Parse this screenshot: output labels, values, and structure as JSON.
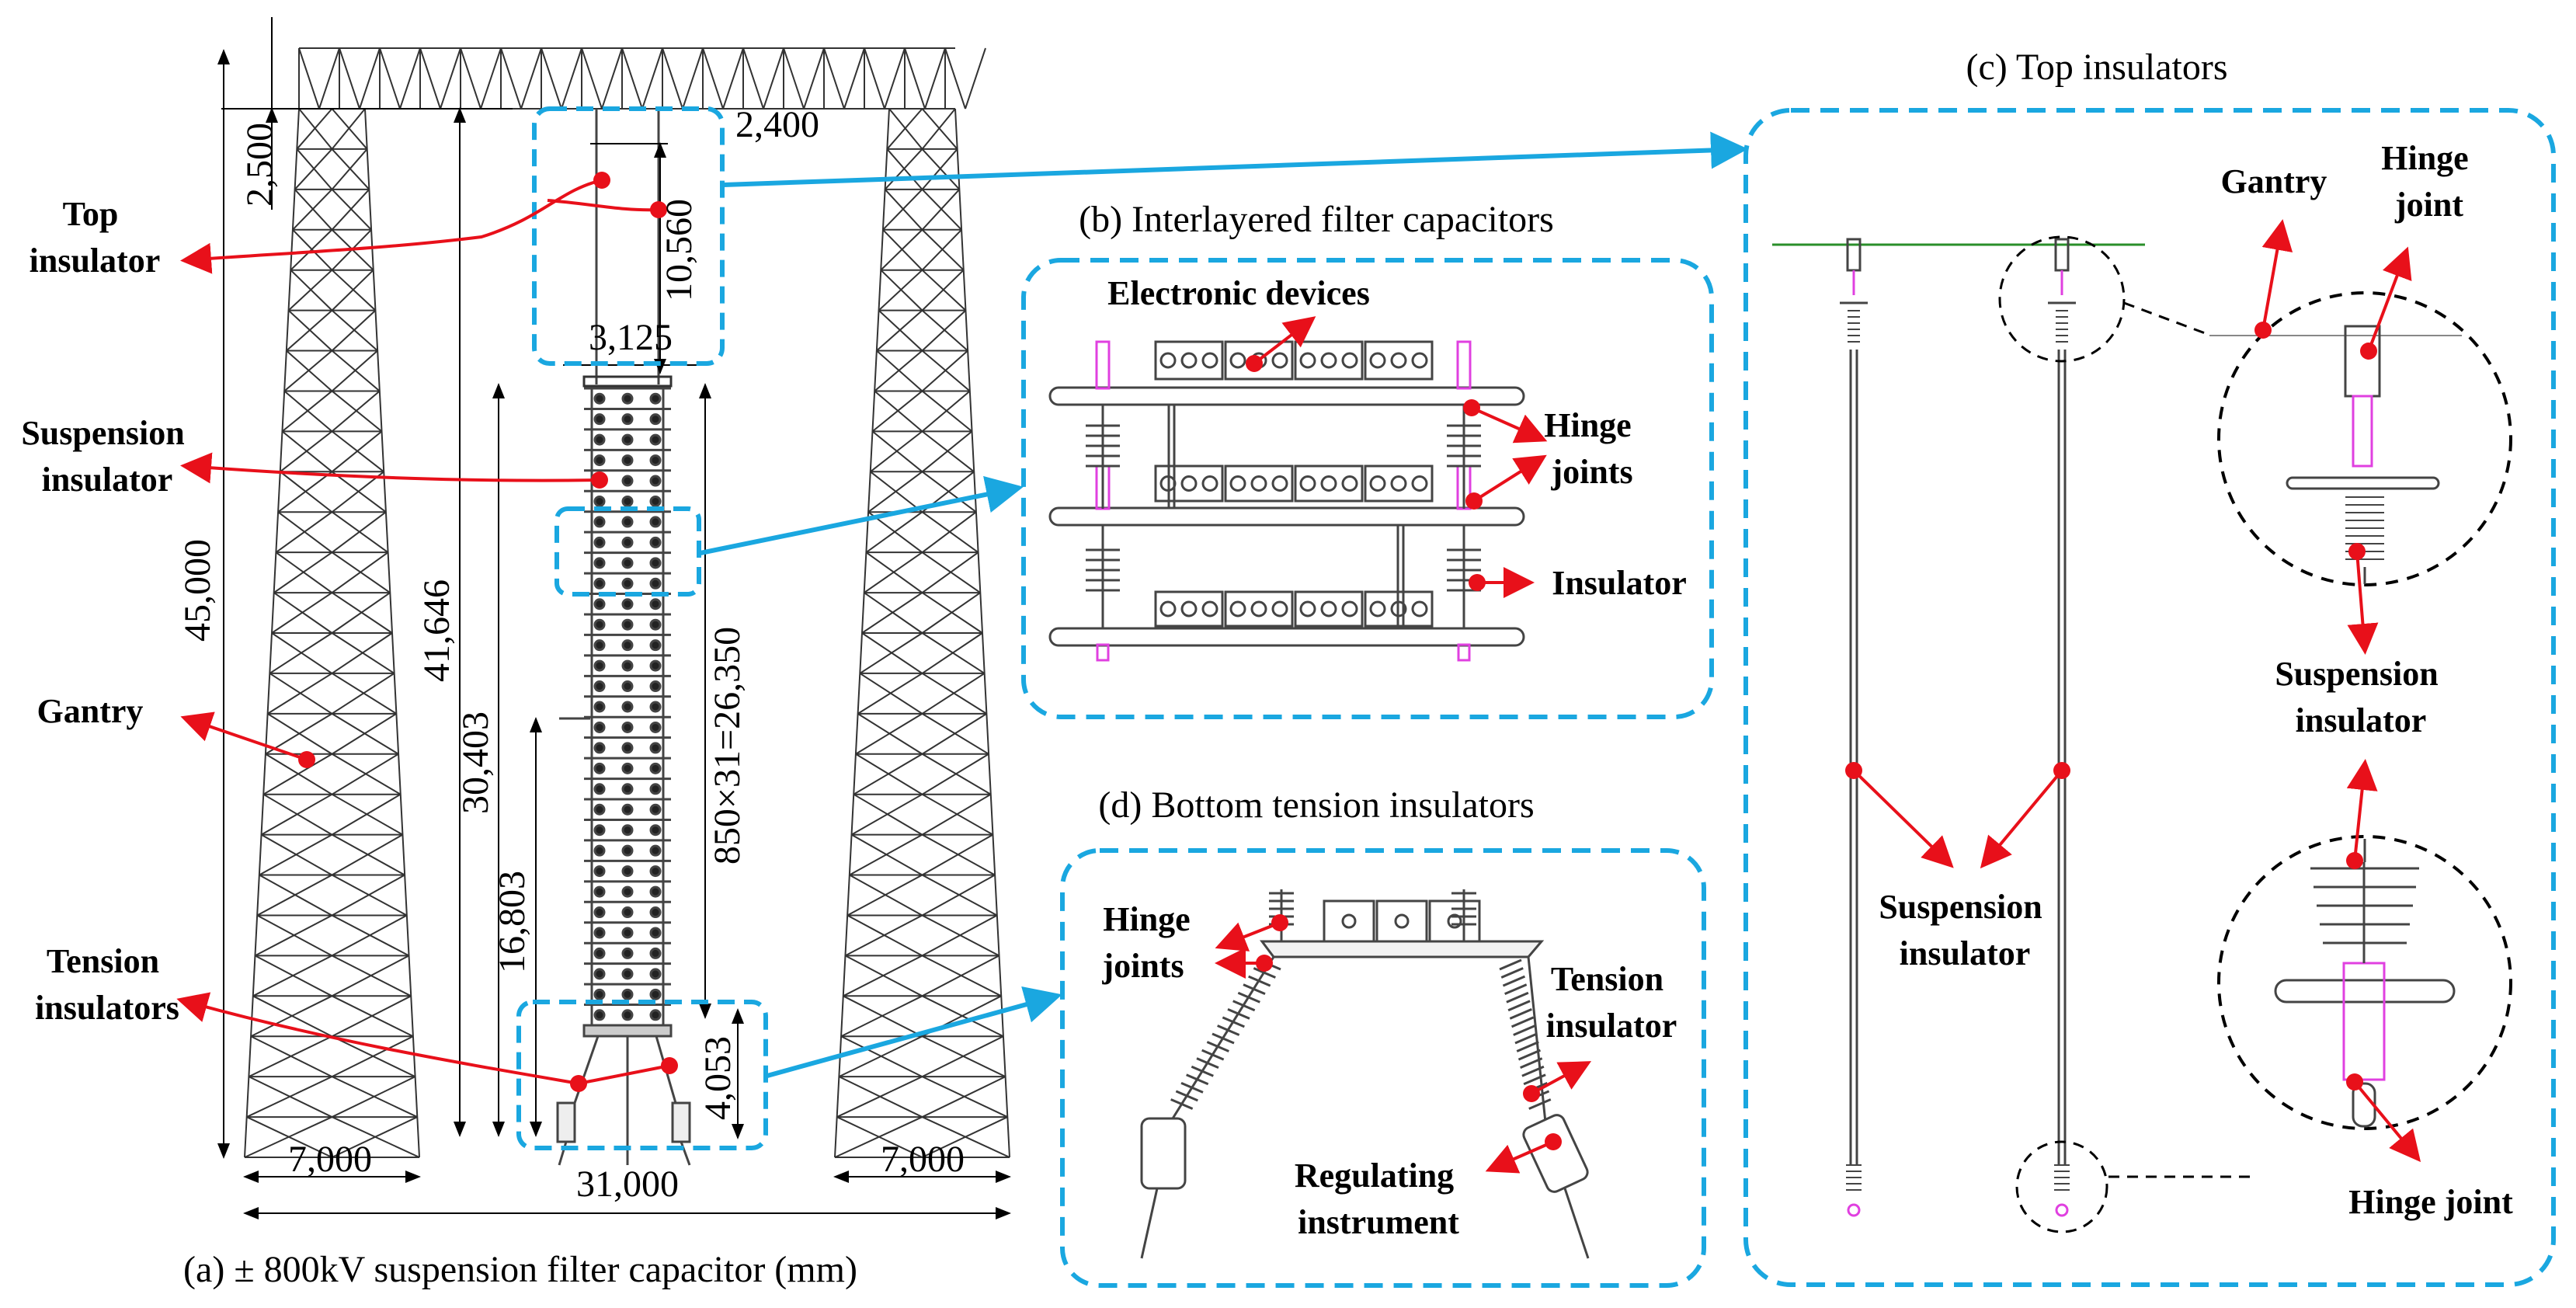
{
  "colors": {
    "callout_box": "#1aa7e0",
    "pointer": "#e8101a",
    "lattice": "#333333",
    "insulator": "#444444",
    "pink": "#e040e0",
    "wire": "#2a8f2a"
  },
  "panel_a": {
    "caption": "(a) ± 800kV suspension filter capacitor (mm)",
    "labels": {
      "top_insulator": [
        "Top",
        "insulator"
      ],
      "suspension_insulator": [
        "Suspension",
        "insulator"
      ],
      "gantry": [
        "Gantry"
      ],
      "tension_insulators": [
        "Tension",
        "insulators"
      ]
    },
    "dims": {
      "d_2500": "2,500",
      "d_2400": "2,400",
      "d_10560": "10,560",
      "d_3125": "3,125",
      "d_45000": "45,000",
      "d_41646": "41,646",
      "d_30403": "30,403",
      "d_16803": "16,803",
      "d_stack": "850×31=26,350",
      "d_4053": "4,053",
      "d_7000_left": "7,000",
      "d_7000_right": "7,000",
      "d_31000": "31,000"
    }
  },
  "panel_b": {
    "caption": "(b) Interlayered filter capacitors",
    "labels": {
      "electronic_devices": [
        "Electronic devices"
      ],
      "hinge_joints": [
        "Hinge",
        "joints"
      ],
      "insulator": [
        "Insulator"
      ]
    }
  },
  "panel_c": {
    "caption": "(c) Top insulators",
    "labels": {
      "gantry": [
        "Gantry"
      ],
      "hinge_joint_top": [
        "Hinge",
        "joint"
      ],
      "suspension_insulator_right": [
        "Suspension",
        "insulator"
      ],
      "suspension_insulator_center": [
        "Suspension",
        "insulator"
      ],
      "hinge_joint_bottom": [
        "Hinge joint"
      ]
    }
  },
  "panel_d": {
    "caption": "(d) Bottom tension insulators",
    "labels": {
      "hinge_joints": [
        "Hinge",
        "joints"
      ],
      "tension_insulator": [
        "Tension",
        "insulator"
      ],
      "regulating_instrument": [
        "Regulating",
        "instrument"
      ]
    }
  }
}
